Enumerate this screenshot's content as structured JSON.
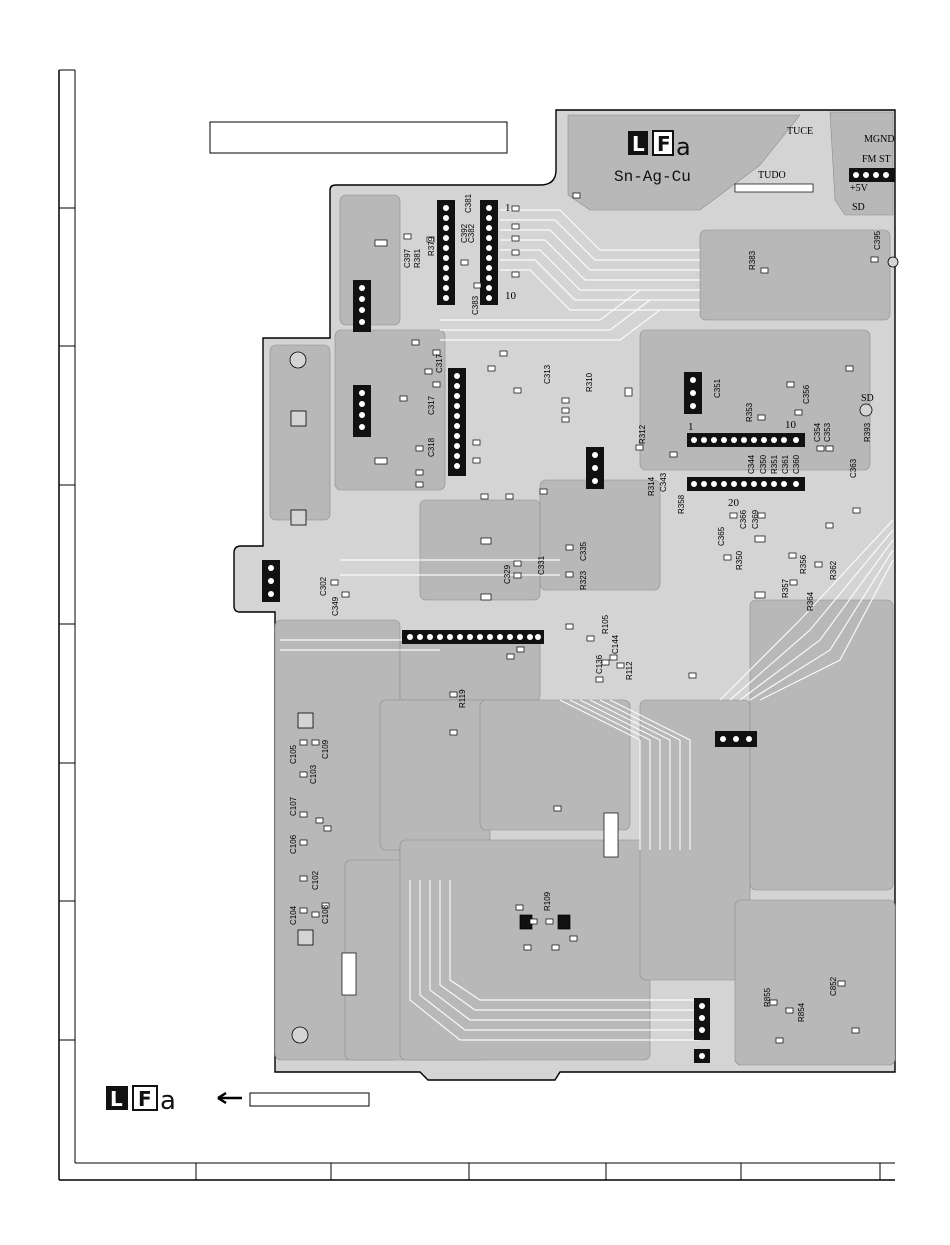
{
  "board": {
    "logo": {
      "letters": [
        "L",
        "F",
        "a"
      ],
      "alloy": "Sn-Ag-Cu"
    },
    "bottom_logo": {
      "letters": [
        "L",
        "F",
        "a"
      ]
    },
    "net_labels": [
      "TUCE",
      "MGND",
      "FM ST",
      "TUDO",
      "+5V",
      "SD",
      "SD"
    ],
    "pin_markers": [
      "1",
      "10",
      "10",
      "20",
      "1"
    ],
    "components": [
      {
        "ref": "R379"
      },
      {
        "ref": "C397"
      },
      {
        "ref": "R381"
      },
      {
        "ref": "C392"
      },
      {
        "ref": "C381"
      },
      {
        "ref": "C382"
      },
      {
        "ref": "C383"
      },
      {
        "ref": "R383"
      },
      {
        "ref": "C395"
      },
      {
        "ref": "C313"
      },
      {
        "ref": "R310"
      },
      {
        "ref": "C317"
      },
      {
        "ref": "C317"
      },
      {
        "ref": "C318"
      },
      {
        "ref": "C351"
      },
      {
        "ref": "R353"
      },
      {
        "ref": "C356"
      },
      {
        "ref": "R312"
      },
      {
        "ref": "C354"
      },
      {
        "ref": "C353"
      },
      {
        "ref": "R393"
      },
      {
        "ref": "C344"
      },
      {
        "ref": "C350"
      },
      {
        "ref": "R351"
      },
      {
        "ref": "C361"
      },
      {
        "ref": "C360"
      },
      {
        "ref": "R314"
      },
      {
        "ref": "C343"
      },
      {
        "ref": "R358"
      },
      {
        "ref": "C363"
      },
      {
        "ref": "C365"
      },
      {
        "ref": "C366"
      },
      {
        "ref": "C369"
      },
      {
        "ref": "R350"
      },
      {
        "ref": "R356"
      },
      {
        "ref": "R362"
      },
      {
        "ref": "R357"
      },
      {
        "ref": "R364"
      },
      {
        "ref": "C335"
      },
      {
        "ref": "C331"
      },
      {
        "ref": "C329"
      },
      {
        "ref": "R323"
      },
      {
        "ref": "C302"
      },
      {
        "ref": "C349"
      },
      {
        "ref": "R105"
      },
      {
        "ref": "C144"
      },
      {
        "ref": "C136"
      },
      {
        "ref": "R112"
      },
      {
        "ref": "R119"
      },
      {
        "ref": "C105"
      },
      {
        "ref": "C109"
      },
      {
        "ref": "C103"
      },
      {
        "ref": "C107"
      },
      {
        "ref": "C106"
      },
      {
        "ref": "C102"
      },
      {
        "ref": "C104"
      },
      {
        "ref": "C108"
      },
      {
        "ref": "R109"
      },
      {
        "ref": "R855"
      },
      {
        "ref": "R854"
      },
      {
        "ref": "C852"
      }
    ]
  }
}
